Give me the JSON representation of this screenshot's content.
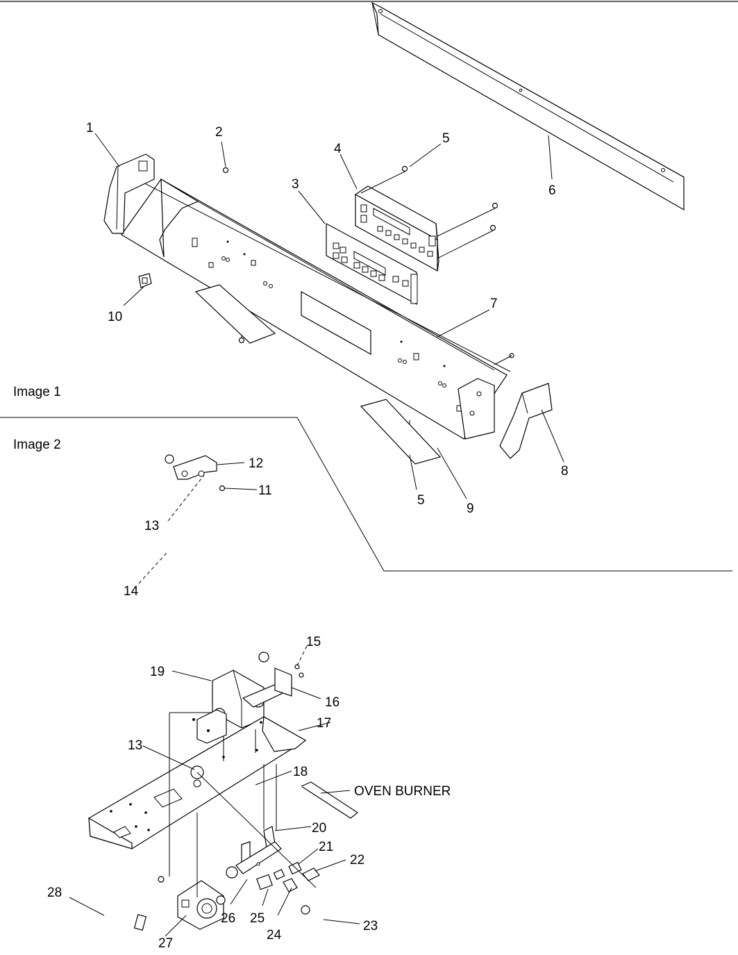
{
  "sections": [
    {
      "id": "image-1",
      "label": "Image 1"
    },
    {
      "id": "image-2",
      "label": "Image 2"
    }
  ],
  "callouts": {
    "c1": "1",
    "c2": "2",
    "c3": "3",
    "c4": "4",
    "c5a": "5",
    "c5b": "5",
    "c6": "6",
    "c7": "7",
    "c8": "8",
    "c9": "9",
    "c10": "10",
    "c11": "11",
    "c12": "12",
    "c13a": "13",
    "c13b": "13",
    "c14": "14",
    "c15": "15",
    "c16": "16",
    "c17": "17",
    "c18": "18",
    "c19": "19",
    "c20": "20",
    "c21": "21",
    "c22": "22",
    "c23": "23",
    "c24": "24",
    "c25": "25",
    "c26": "26",
    "c27": "27",
    "c28": "28"
  },
  "annotations": {
    "oven_burner": "OVEN BURNER"
  }
}
